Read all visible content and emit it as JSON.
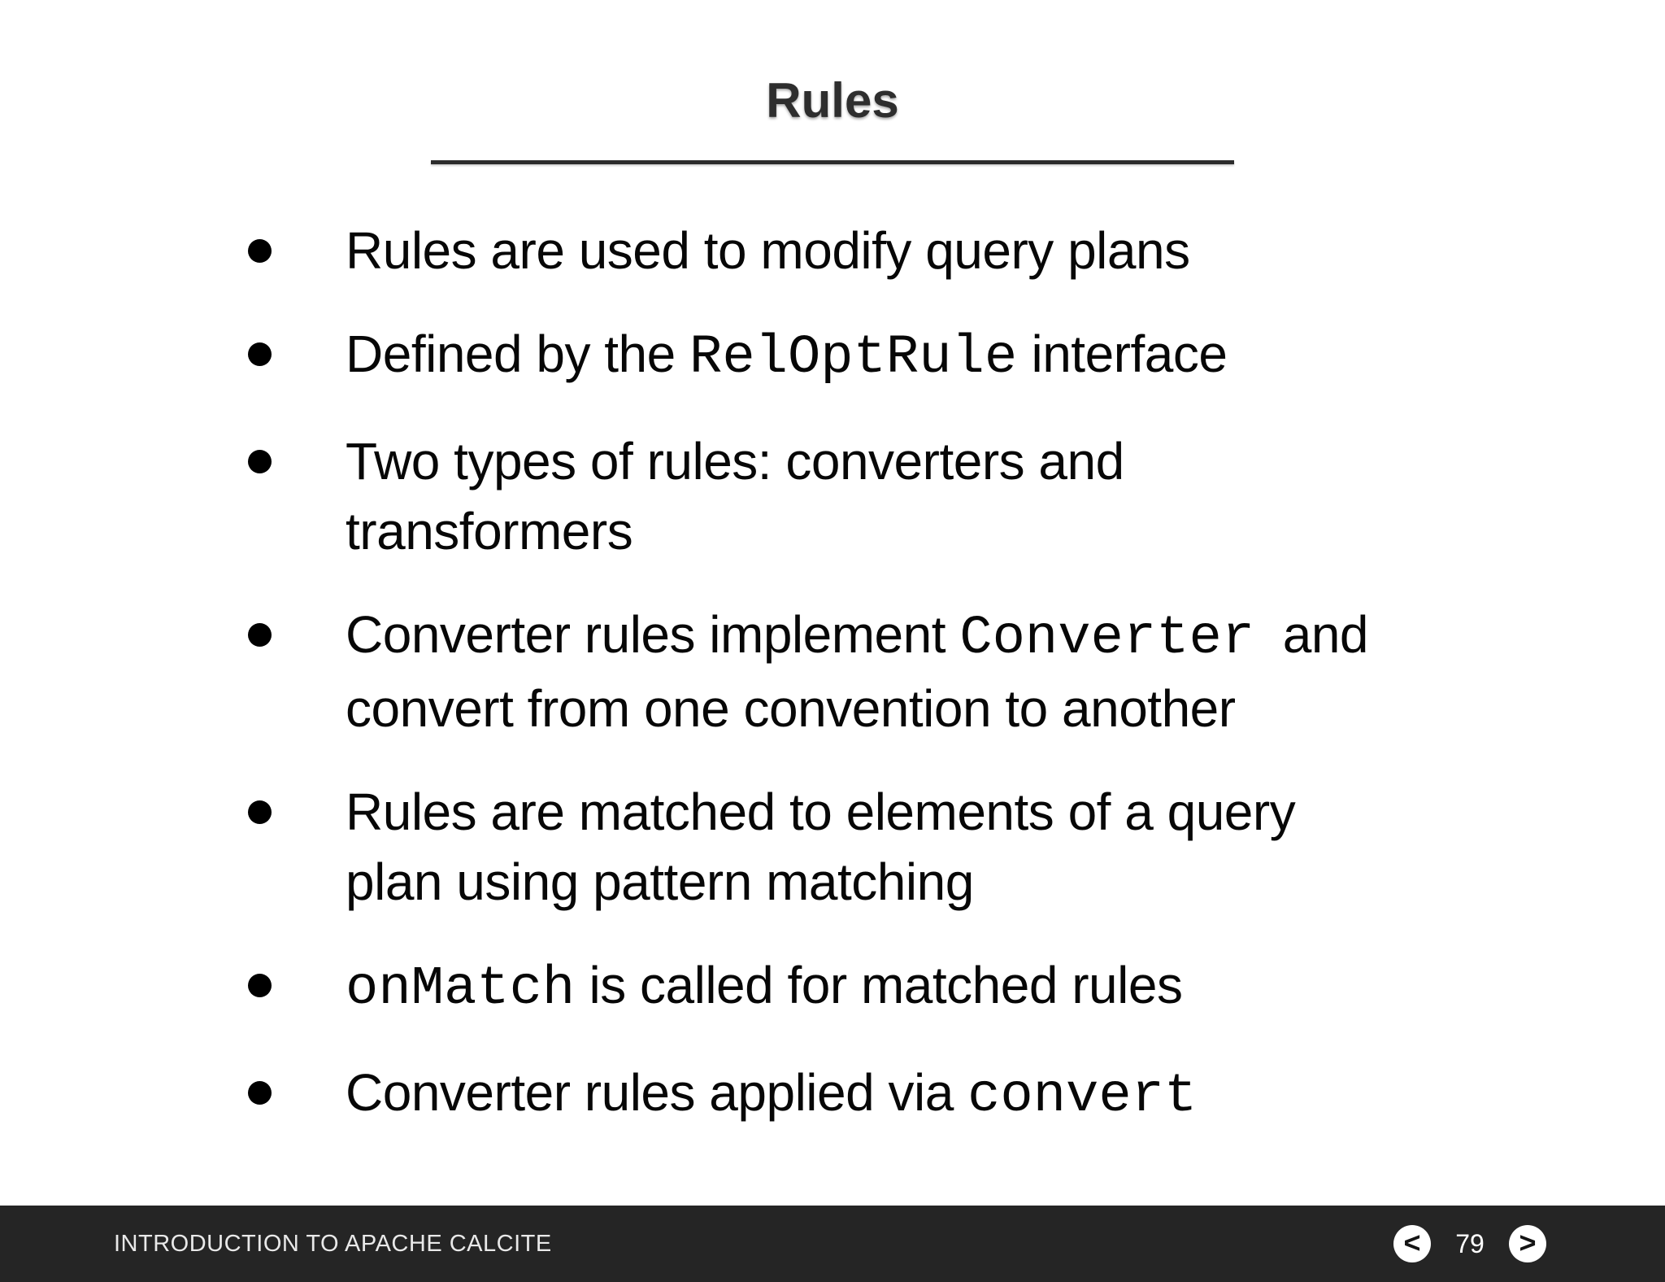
{
  "slide": {
    "title": "Rules",
    "bullets": [
      {
        "segments": [
          {
            "text": "Rules are used to modify query plans",
            "code": false
          }
        ]
      },
      {
        "segments": [
          {
            "text": "Defined by the ",
            "code": false
          },
          {
            "text": "RelOptRule",
            "code": true
          },
          {
            "text": " interface",
            "code": false
          }
        ]
      },
      {
        "segments": [
          {
            "text": "Two types of rules: converters and\ntransformers",
            "code": false
          }
        ]
      },
      {
        "segments": [
          {
            "text": "Converter rules implement ",
            "code": false
          },
          {
            "text": "Converter",
            "code": true
          },
          {
            "text": "  and\nconvert from one convention to another",
            "code": false
          }
        ]
      },
      {
        "segments": [
          {
            "text": "Rules are matched to elements of a query\nplan using pattern matching",
            "code": false
          }
        ]
      },
      {
        "segments": [
          {
            "text": "onMatch",
            "code": true
          },
          {
            "text": " is called for matched rules",
            "code": false
          }
        ]
      },
      {
        "segments": [
          {
            "text": "Converter rules applied via ",
            "code": false
          },
          {
            "text": "convert",
            "code": true
          }
        ]
      }
    ]
  },
  "footer": {
    "title": "INTRODUCTION TO APACHE CALCITE",
    "page_number": "79",
    "prev_label": "<",
    "next_label": ">"
  },
  "colors": {
    "background": "#ffffff",
    "body_text": "#070707",
    "title_text": "#2e2e2e",
    "divider": "#2c2c2c",
    "footer_background": "#252525",
    "footer_text": "#e9e9e9",
    "nav_button_background": "#ffffff",
    "nav_button_glyph": "#141414"
  }
}
